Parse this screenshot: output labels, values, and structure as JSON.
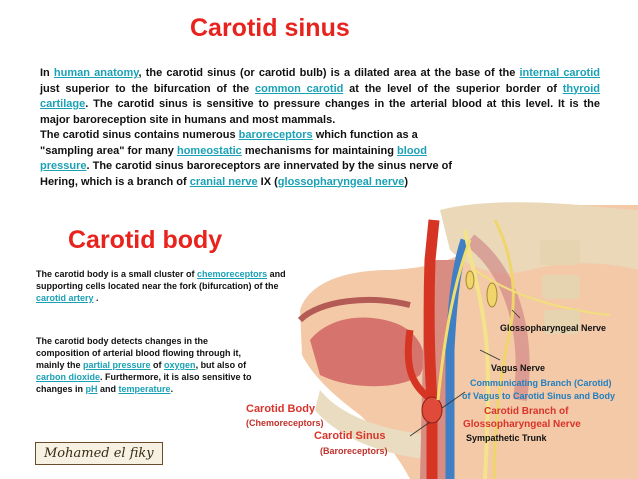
{
  "title_sinus": "Carotid sinus",
  "title_body": "Carotid body",
  "sinus_para1": {
    "t1": "In ",
    "l1": "human anatomy",
    "t2": ", the carotid sinus (or carotid bulb) is a dilated area at the base of the ",
    "l2": "internal carotid",
    "t3": " just superior to the bifurcation of the ",
    "l3": "common carotid",
    "t4": " at the level of the superior border of ",
    "l4": "thyroid cartilage",
    "t5": ". The carotid sinus is sensitive to pressure changes in the arterial blood at this level. It is the major baroreception site in humans and most mammals."
  },
  "sinus_para2": {
    "t1": "The carotid sinus contains numerous ",
    "l1": "baroreceptors",
    "t2": " which function as a \"sampling area\" for many ",
    "l2": "homeostatic",
    "t3": " mechanisms for maintaining ",
    "l3": "blood pressure",
    "t4": ". The carotid sinus baroreceptors are innervated by the sinus nerve of Hering, which is a branch of ",
    "l4": "cranial nerve",
    "t5": " IX (",
    "l5": "glossopharyngeal nerve",
    "t6": ")"
  },
  "body_para1": {
    "t1": "The carotid body is a small cluster of ",
    "l1": "chemoreceptors",
    "t2": " and supporting cells located near the fork (bifurcation) of the ",
    "l2": "carotid artery",
    "t3": " ."
  },
  "body_para2": {
    "t1": "The carotid body detects changes in the composition of arterial blood flowing through it, mainly the ",
    "l1": "partial pressure",
    "t2": " of ",
    "l2": "oxygen",
    "t3": ", but also of ",
    "l3": "carbon dioxide",
    "t4": ". Furthermore, it is also sensitive to changes in ",
    "l4": "pH",
    "t5": " and ",
    "l5": "temperature",
    "t6": "."
  },
  "labels": {
    "glossopharyngeal_nerve": "Glossopharyngeal Nerve",
    "vagus_nerve": "Vagus Nerve",
    "communicating_branch_1": "Communicating Branch (Carotid)",
    "communicating_branch_2": "of Vagus to Carotid Sinus and Body",
    "carotid_branch_1": "Carotid Branch of",
    "carotid_branch_2": "Glossopharyngeal Nerve",
    "sympathetic_trunk": "Sympathetic Trunk",
    "carotid_body": "Carotid Body",
    "chemoreceptors": "(Chemoreceptors)",
    "carotid_sinus": "Carotid Sinus",
    "baroreceptors": "(Baroreceptors)"
  },
  "signature": "Mohamed el fiky",
  "colors": {
    "title": "#e8231d",
    "link": "#1aa1b5",
    "label_blue": "#1f7fc0"
  }
}
